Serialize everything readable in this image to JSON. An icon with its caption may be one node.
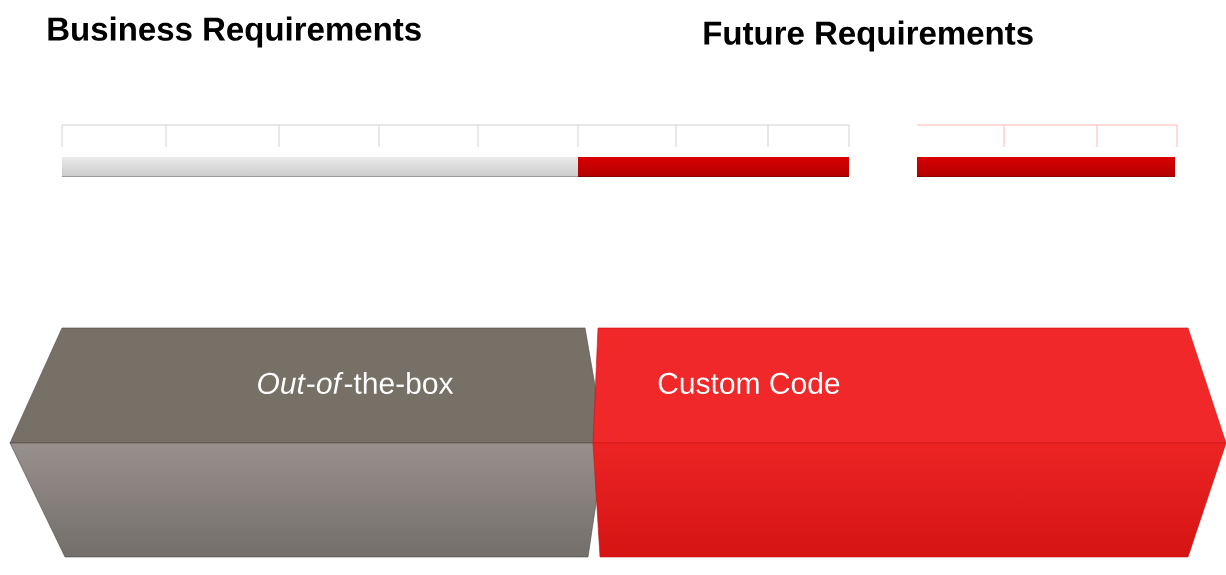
{
  "diagram": {
    "nodes": [
      {
        "text": [
          "*Out*-*of*-the-box"
        ]
      },
      {
        "text": [
          "Custom Code"
        ]
      }
    ],
    "labels": [
      "Business Requirements",
      "Future Requirements"
    ]
  }
}
